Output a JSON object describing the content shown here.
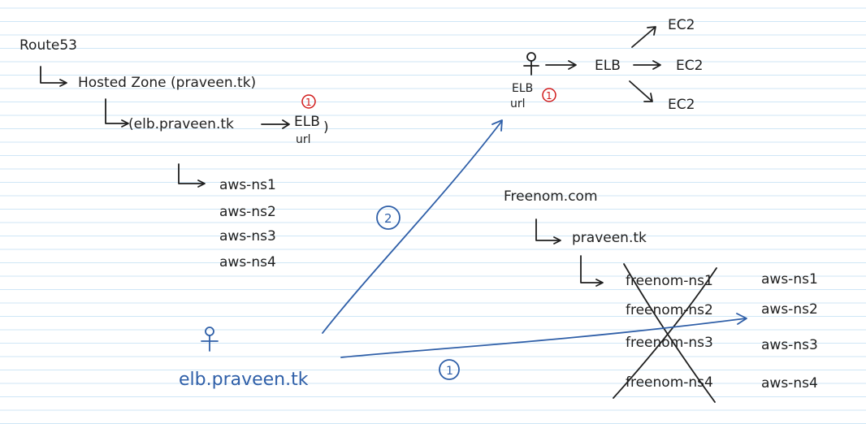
{
  "colors": {
    "ink": "#1f1f1f",
    "blue_ink": "#2f5fa8",
    "red_ink": "#d11b1b",
    "rule_line": "#cfe6f6",
    "paper": "#ffffff"
  },
  "route53": {
    "title": "Route53",
    "hosted_zone": "Hosted Zone (praveen.tk)",
    "record_domain": "(elb.praveen.tk",
    "record_target": "ELB",
    "record_target_sub": "url",
    "record_close": ")",
    "marker": "1",
    "name_servers": [
      "aws-ns1",
      "aws-ns2",
      "aws-ns3",
      "aws-ns4"
    ]
  },
  "elb_diagram": {
    "user_icon": "person-icon",
    "elb": "ELB",
    "targets": [
      "EC2",
      "EC2",
      "EC2"
    ],
    "url_label_1": "ELB",
    "url_label_2": "url",
    "marker": "1"
  },
  "freenom": {
    "title": "Freenom.com",
    "domain": "praveen.tk",
    "old_ns": [
      "freenom-ns1",
      "freenom-ns2",
      "freenom-ns3",
      "freenom-ns4"
    ],
    "new_ns": [
      "aws-ns1",
      "aws-ns2",
      "aws-ns3",
      "aws-ns4"
    ]
  },
  "client": {
    "user_icon": "person-icon",
    "query": "elb.praveen.tk"
  },
  "steps": {
    "step1": "1",
    "step2": "2"
  }
}
